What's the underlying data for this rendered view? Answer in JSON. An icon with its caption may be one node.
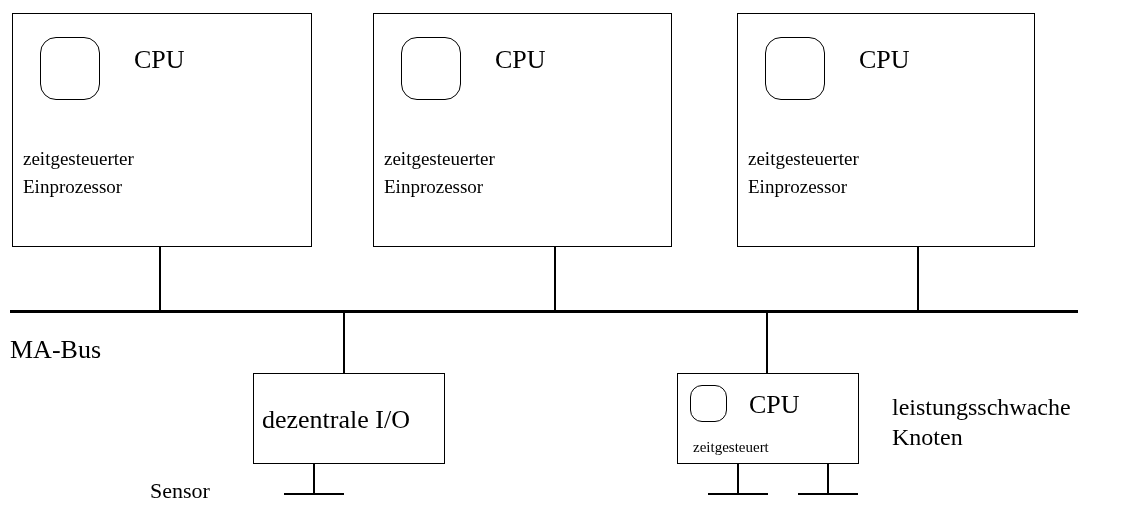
{
  "diagram": {
    "nodes": [
      {
        "text": [
          "CPU",
          "zeitgesteuerter Einprozessor"
        ]
      },
      {
        "text": [
          "CPU",
          "zeitgesteuerter Einprozessor"
        ]
      },
      {
        "text": [
          "CPU",
          "zeitgesteuerter Einprozessor"
        ]
      },
      {
        "text": [
          "MA-Bus"
        ]
      },
      {
        "text": [
          "dezentrale I/O"
        ]
      },
      {
        "text": [
          "CPU",
          "zeitgesteuert"
        ],
        "beside": [
          "leistungsschwache Knoten"
        ]
      },
      {
        "text": [],
        "shape": "bar",
        "beside": [
          "Sensor"
        ]
      },
      {
        "text": [],
        "shape": "bar"
      },
      {
        "text": [],
        "shape": "bar"
      }
    ],
    "edges": [
      {
        "from": 0,
        "to": 3,
        "arrow": "none"
      },
      {
        "from": 1,
        "to": 3,
        "arrow": "none"
      },
      {
        "from": 2,
        "to": 3,
        "arrow": "none"
      },
      {
        "from": 3,
        "to": 4,
        "arrow": "none"
      },
      {
        "from": 3,
        "to": 5,
        "arrow": "none"
      },
      {
        "from": 4,
        "to": 6,
        "arrow": "none"
      },
      {
        "from": 5,
        "to": 7,
        "arrow": "none"
      },
      {
        "from": 5,
        "to": 8,
        "arrow": "none"
      }
    ]
  }
}
